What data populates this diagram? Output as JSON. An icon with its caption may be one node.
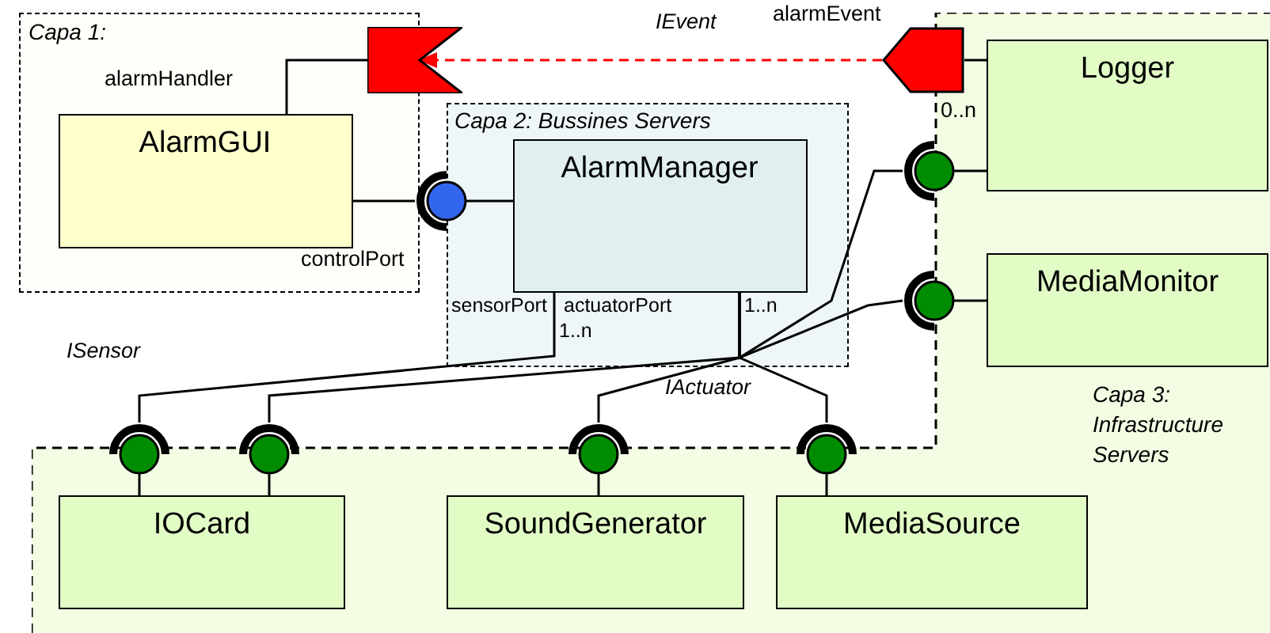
{
  "diagram": {
    "nodes": [
      {
        "text": [
          "Capa 1:"
        ]
      },
      {
        "text": [
          "AlarmGUI"
        ],
        "in": 0
      },
      {
        "text": [
          "Capa 2: Bussines Servers"
        ]
      },
      {
        "text": [
          "AlarmManager"
        ],
        "in": 2
      },
      {
        "text": [
          "Capa 3: Infrastructure Servers"
        ]
      },
      {
        "text": [
          "Logger"
        ],
        "in": 4
      },
      {
        "text": [
          "MediaMonitor"
        ],
        "in": 4
      },
      {
        "text": [
          "IOCard"
        ],
        "in": 4
      },
      {
        "text": [
          "SoundGenerator"
        ],
        "in": 4
      },
      {
        "text": [
          "MediaSource"
        ],
        "in": 4
      },
      {
        "text": [],
        "shape": "flag"
      },
      {
        "text": [],
        "shape": "pentagon"
      },
      {
        "text": [],
        "shape": "circle"
      },
      {
        "text": [],
        "shape": "circle"
      },
      {
        "text": [],
        "shape": "circle"
      },
      {
        "text": [],
        "shape": "circle",
        "in": 4
      },
      {
        "text": [],
        "shape": "circle",
        "in": 4
      },
      {
        "text": [],
        "shape": "circle",
        "in": 4
      },
      {
        "text": [],
        "shape": "circle",
        "in": 4
      }
    ],
    "edges": [
      {
        "from": 1,
        "to": 10,
        "arrow": "none"
      },
      {
        "from": 11,
        "to": 10,
        "arrow": "to",
        "label": "IEvent",
        "style": "dashed",
        "color": "#ff0000"
      },
      {
        "from": 5,
        "to": 11,
        "arrow": "none"
      },
      {
        "from": 1,
        "to": 12,
        "arrow": "none"
      },
      {
        "from": 12,
        "to": 3,
        "arrow": "none"
      },
      {
        "from": 5,
        "to": 13,
        "arrow": "none"
      },
      {
        "from": 6,
        "to": 14,
        "arrow": "none"
      },
      {
        "from": 15,
        "to": 7,
        "arrow": "none"
      },
      {
        "from": 16,
        "to": 7,
        "arrow": "none"
      },
      {
        "from": 17,
        "to": 8,
        "arrow": "none"
      },
      {
        "from": 18,
        "to": 9,
        "arrow": "none"
      },
      {
        "from": 3,
        "to": 15,
        "arrow": "none"
      },
      {
        "from": 3,
        "to": 16,
        "arrow": "none"
      },
      {
        "from": 3,
        "to": 17,
        "arrow": "none"
      },
      {
        "from": 3,
        "to": 18,
        "arrow": "none"
      },
      {
        "from": 3,
        "to": 13,
        "arrow": "none"
      },
      {
        "from": 3,
        "to": 14,
        "arrow": "none"
      }
    ],
    "labels": [
      "alarmEvent",
      "alarmHandler",
      "0..n",
      "controlPort",
      "sensorPort",
      "actuatorPort",
      "1..n",
      "1..n",
      "ISensor",
      "IActuator"
    ]
  }
}
